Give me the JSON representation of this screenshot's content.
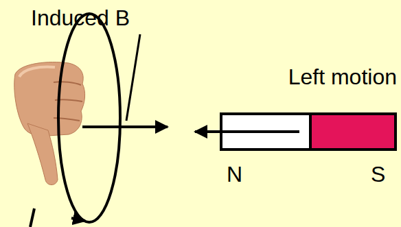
{
  "diagram": {
    "labels": [
      "Induced B",
      "Left motion",
      "N",
      "S"
    ]
  }
}
